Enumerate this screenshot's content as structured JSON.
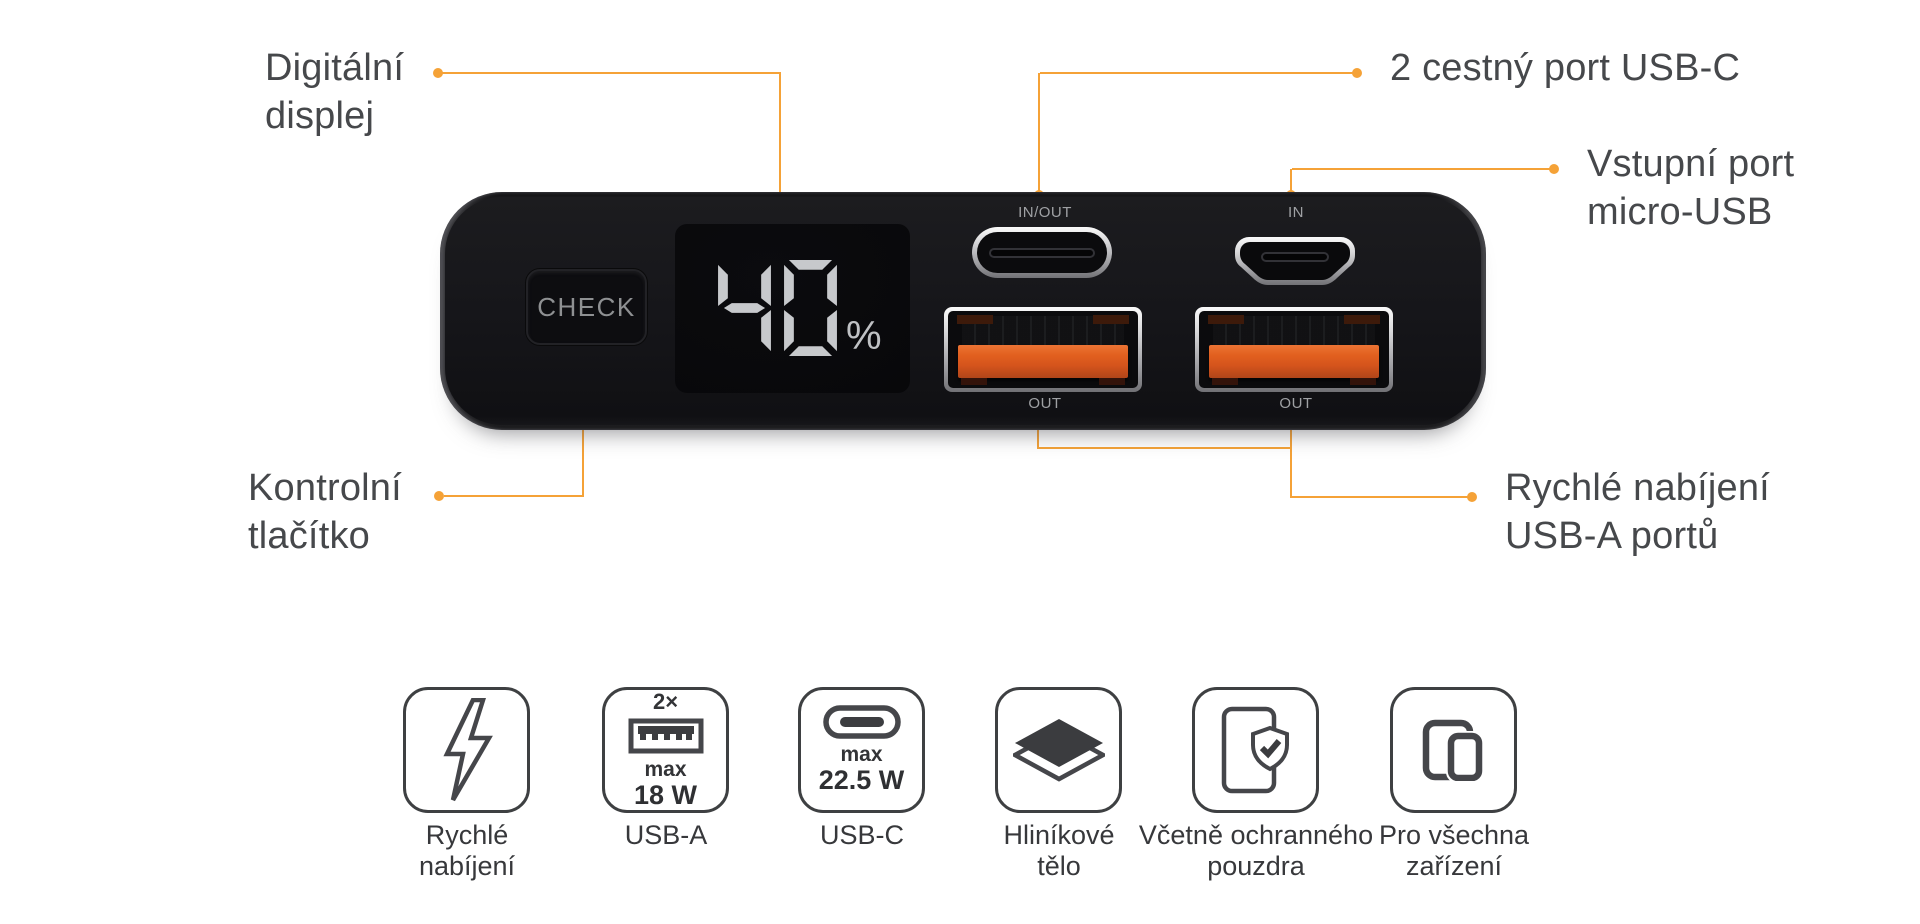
{
  "accent_color": "#f5a237",
  "callouts": {
    "digital_display": {
      "line1": "Digitální",
      "line2": "displej"
    },
    "usb_c_port": {
      "line1": "2 cestný port USB-C"
    },
    "micro_usb": {
      "line1": "Vstupní port",
      "line2": "micro-USB"
    },
    "check_button": {
      "line1": "Kontrolní",
      "line2": "tlačítko"
    },
    "fast_charge": {
      "line1": "Rychlé nabíjení",
      "line2": "USB-A portů"
    }
  },
  "powerbank": {
    "check_button_label": "CHECK",
    "display": {
      "value": "40",
      "unit": "%"
    },
    "ports": {
      "usb_c_label": "IN/OUT",
      "micro_usb_label": "IN",
      "usb_a_left_label": "OUT",
      "usb_a_right_label": "OUT"
    }
  },
  "features": [
    {
      "icon": "lightning-icon",
      "line1": "Rychlé",
      "line2": "nabíjení"
    },
    {
      "icon": "usb-a-icon",
      "count": "2×",
      "max_label": "max",
      "power": "18 W",
      "line1": "USB-A",
      "line2": ""
    },
    {
      "icon": "usb-c-icon",
      "max_label": "max",
      "power": "22.5 W",
      "line1": "USB-C",
      "line2": ""
    },
    {
      "icon": "layers-icon",
      "line1": "Hliníkové",
      "line2": "tělo"
    },
    {
      "icon": "phone-shield-icon",
      "line1": "Včetně ochranného",
      "line2": "pouzdra"
    },
    {
      "icon": "devices-icon",
      "line1": "Pro všechna",
      "line2": "zařízení"
    }
  ]
}
